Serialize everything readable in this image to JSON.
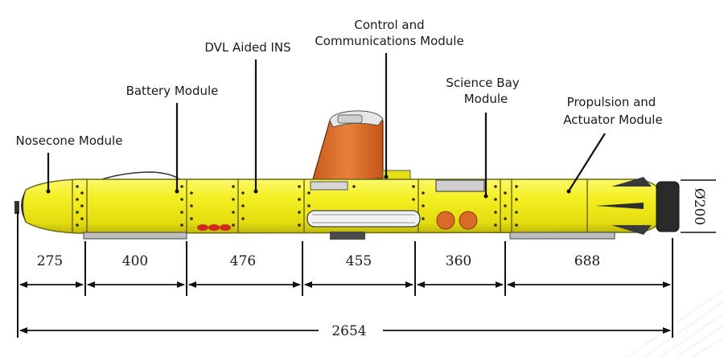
{
  "labels": {
    "nosecone": "Nosecone Module",
    "battery": "Battery Module",
    "dvl_line1": "DVL Aided INS",
    "control_line1": "Control and",
    "control_line2": "Communications Module",
    "science_line1": "Science Bay",
    "science_line2": "Module",
    "propulsion_line1": "Propulsion and",
    "propulsion_line2": "Actuator Module"
  },
  "dimensions": {
    "segments": [
      "275",
      "400",
      "476",
      "455",
      "360",
      "688"
    ],
    "total": "2654",
    "diameter": "Ø200"
  },
  "colors": {
    "hull": "#f2ee1c",
    "hull_shade": "#c9c40a",
    "sail": "#e0742e",
    "dark": "#3a3a3a"
  }
}
